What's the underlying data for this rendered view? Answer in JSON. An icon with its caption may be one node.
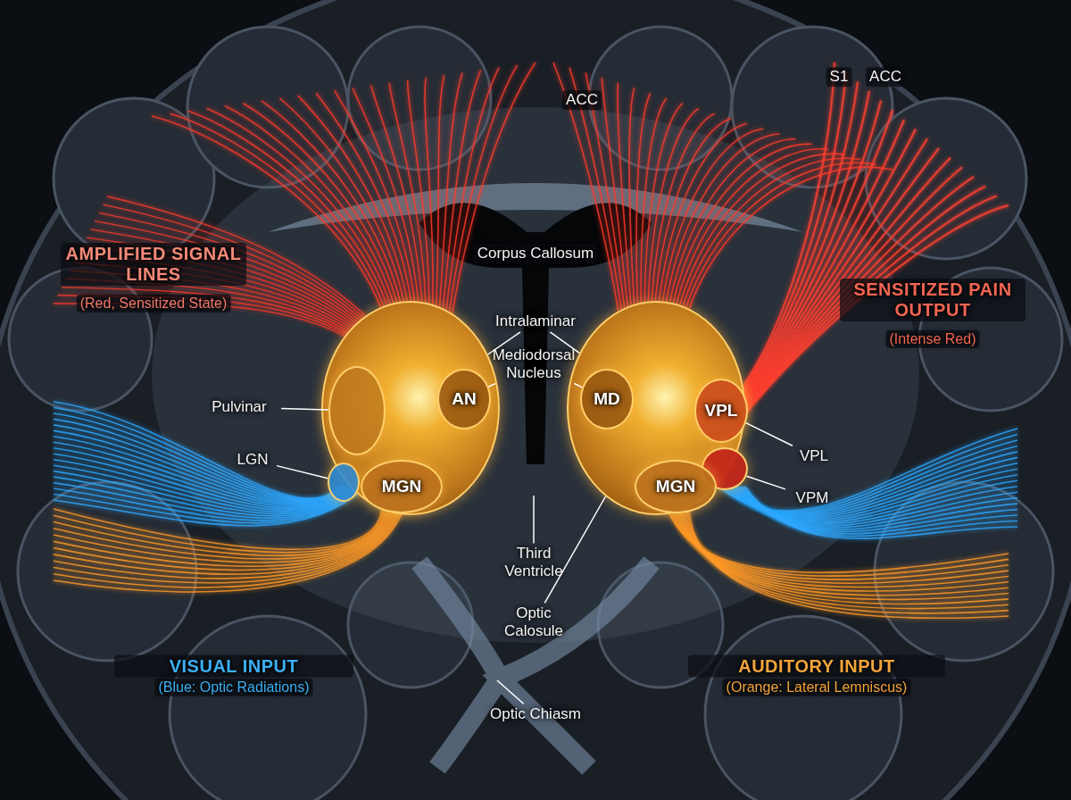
{
  "diagram": {
    "nodes": [
      {
        "text": [
          "Intralaminar"
        ]
      },
      {
        "text": [
          "Mediodorsal Nucleus"
        ]
      },
      {
        "text": [
          "Pulvinar"
        ]
      },
      {
        "text": [
          "LGN"
        ]
      },
      {
        "text": [
          "VPL"
        ]
      },
      {
        "text": [
          "VPM"
        ]
      },
      {
        "text": [
          "Third Ventricle"
        ]
      },
      {
        "text": [
          "Optic Calosule"
        ]
      },
      {
        "text": [
          "Optic Chiasm"
        ]
      },
      {
        "text": [],
        "shape": "circle"
      },
      {
        "text": [
          "AN"
        ],
        "in": 9
      },
      {
        "text": [
          "MGN"
        ],
        "in": 9
      },
      {
        "text": [],
        "shape": "circle",
        "in": 9
      },
      {
        "text": [],
        "shape": "circle",
        "in": 9
      },
      {
        "text": [],
        "shape": "circle"
      },
      {
        "text": [
          "MD"
        ],
        "in": 14
      },
      {
        "text": [
          "VPL"
        ],
        "in": 14
      },
      {
        "text": [],
        "shape": "circle",
        "in": 14
      },
      {
        "text": [
          "MGN"
        ],
        "in": 14
      }
    ],
    "edges": [
      {
        "from": 0,
        "to": 9,
        "arrow": "none"
      },
      {
        "from": 0,
        "to": 14,
        "arrow": "none"
      },
      {
        "from": 1,
        "to": 10,
        "arrow": "none"
      },
      {
        "from": 1,
        "to": 15,
        "arrow": "none"
      },
      {
        "from": 2,
        "to": 12,
        "arrow": "none"
      },
      {
        "from": 3,
        "to": 13,
        "arrow": "none"
      },
      {
        "from": 4,
        "to": 16,
        "arrow": "none"
      },
      {
        "from": 5,
        "to": 17,
        "arrow": "none"
      },
      {
        "from": 6,
        "to": null,
        "arrow": "none"
      },
      {
        "from": 7,
        "to": 14,
        "arrow": "none"
      },
      {
        "from": 8,
        "to": null,
        "arrow": "none"
      }
    ],
    "labels": [
      "ACC",
      "S1",
      "ACC",
      "Corpus Callosum",
      "AMPLIFIED SIGNAL LINES",
      "(Red, Sensitized State)",
      "SENSITIZED PAIN OUTPUT",
      "(Intense Red)",
      "VISUAL INPUT",
      "(Blue: Optic Radiations)",
      "AUDITORY INPUT",
      "(Orange: Lateral Lemniscus)"
    ]
  }
}
